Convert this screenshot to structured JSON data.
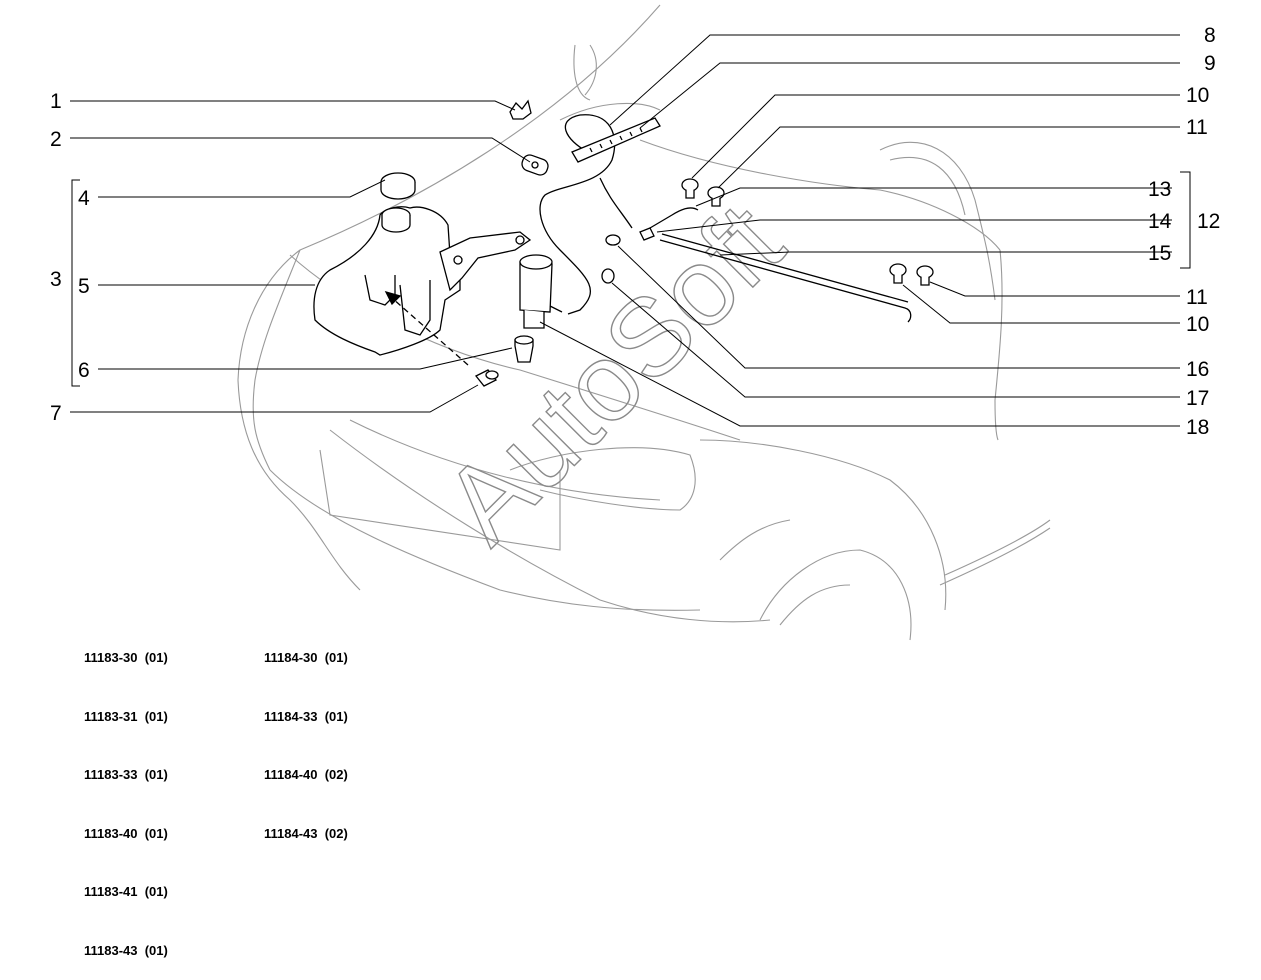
{
  "callouts": {
    "n1": "1",
    "n2": "2",
    "n3": "3",
    "n4": "4",
    "n5": "5",
    "n6": "6",
    "n7": "7",
    "n8": "8",
    "n9": "9",
    "n10a": "10",
    "n11a": "11",
    "n12": "12",
    "n13": "13",
    "n14": "14",
    "n15": "15",
    "n11b": "11",
    "n10b": "10",
    "n16": "16",
    "n17": "17",
    "n18": "18"
  },
  "watermark": "AutoSoft",
  "codes_left": [
    "11183-30  (01)",
    "11183-31  (01)",
    "11183-33  (01)",
    "11183-40  (01)",
    "11183-41  (01)",
    "11183-43  (01)"
  ],
  "codes_right": [
    "11184-30  (01)",
    "11184-33  (01)",
    "11184-40  (02)",
    "11184-43  (02)"
  ]
}
